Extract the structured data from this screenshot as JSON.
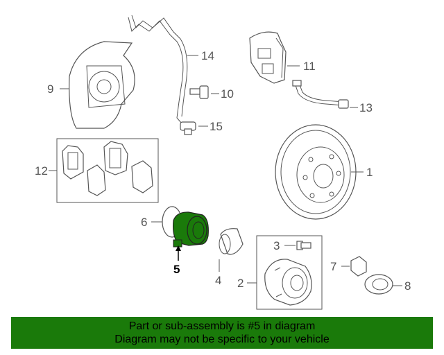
{
  "highlight_color": "#1a7a0a",
  "banner": {
    "line1": "Part or sub-assembly is #5 in diagram",
    "line2": "Diagram may not be specific to your vehicle"
  },
  "callouts": {
    "c1": "1",
    "c2": "2",
    "c3": "3",
    "c4": "4",
    "c5": "5",
    "c6": "6",
    "c7": "7",
    "c8": "8",
    "c9": "9",
    "c10": "10",
    "c11": "11",
    "c12": "12",
    "c13": "13",
    "c14": "14",
    "c15": "15"
  }
}
